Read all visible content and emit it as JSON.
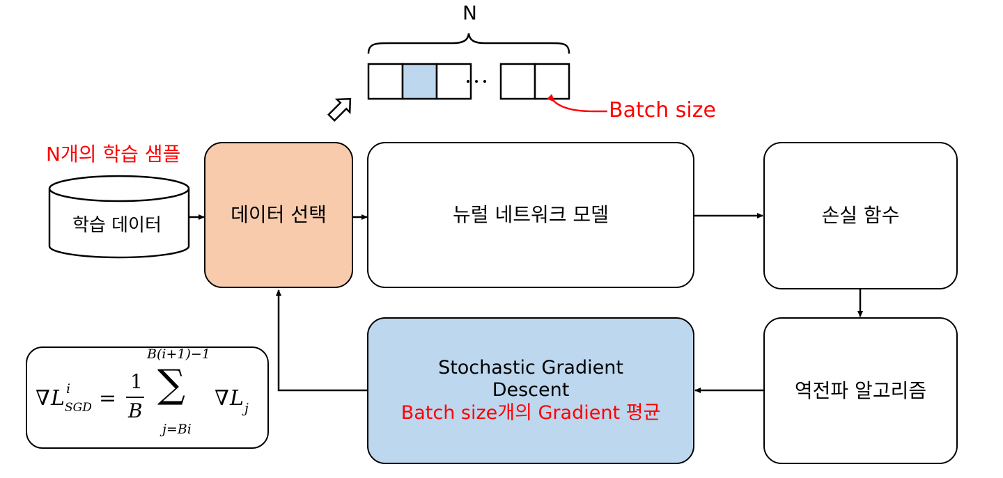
{
  "top_annotation": {
    "brace_label": "N",
    "ellipsis": "…",
    "batch_size_label": "Batch size"
  },
  "batch_cells": {
    "count_left": 3,
    "count_right": 2,
    "highlighted_index": 1,
    "highlight_color": "#bdd7ee"
  },
  "samples_label": "N개의 학습 샘플",
  "nodes": {
    "training_data": "학습 데이터",
    "data_selection": "데이터 선택",
    "neural_network": "뉴럴 네트워크 모델",
    "loss_function": "손실 함수",
    "backprop": "역전파 알고리즘",
    "sgd_line1": "Stochastic Gradient",
    "sgd_line2": "Descent",
    "sgd_line3": "Batch size개의 Gradient 평균"
  },
  "formula": {
    "lhs_nabla": "∇",
    "lhs_L": "L",
    "lhs_sup": "i",
    "lhs_sub": "SGD",
    "equals": "=",
    "frac_num": "1",
    "frac_den": "B",
    "sum_symbol": "∑",
    "sum_upper": "B(i+1)−1",
    "sum_lower": "j=Bi",
    "rhs_nabla": "∇",
    "rhs_L": "L",
    "rhs_sub": "j"
  },
  "colors": {
    "data_selection_fill": "#f8cbad",
    "sgd_fill": "#bdd7ee",
    "highlight_text": "#ff0000",
    "stroke": "#000000"
  }
}
